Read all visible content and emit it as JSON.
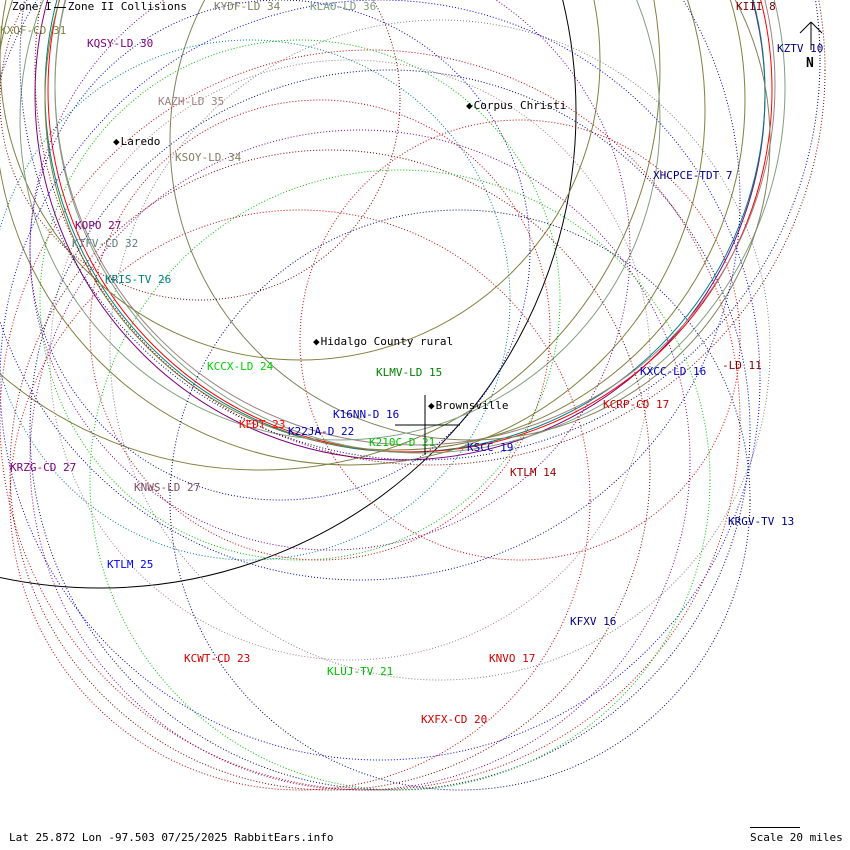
{
  "legend": {
    "zone1": "Zone I",
    "zone2": "Zone II Collisions"
  },
  "compass": {
    "label": "N"
  },
  "footer": {
    "info": "Lat 25.872 Lon -97.503 07/25/2025 RabbitEars.info",
    "scale": "Scale 20 miles"
  },
  "cities": [
    {
      "name": "Corpus Christi"
    },
    {
      "name": "Laredo"
    },
    {
      "name": "Hidalgo County rural"
    },
    {
      "name": "Brownsville"
    }
  ],
  "stations": [
    {
      "label": "KXOF-CD 31",
      "color": "#808040"
    },
    {
      "label": "KQSY-LD 30",
      "color": "#800080"
    },
    {
      "label": "KYDF-LD 34",
      "color": "#808060"
    },
    {
      "label": "KLAO-LD 36",
      "color": "#80a080"
    },
    {
      "label": "KIII 8",
      "color": "#800000"
    },
    {
      "label": "KZTV 10",
      "color": "#000080"
    },
    {
      "label": "KAZH-LD 35",
      "color": "#a08080"
    },
    {
      "label": "KSOY-LD 34",
      "color": "#808060"
    },
    {
      "label": "XHCPCE-TDT 7",
      "color": "#000080"
    },
    {
      "label": "KOPO 27",
      "color": "#800080"
    },
    {
      "label": "KTFV-CD 32",
      "color": "#608080"
    },
    {
      "label": "KRIS-TV 26",
      "color": "#008080"
    },
    {
      "label": "KCCX-LD 24",
      "color": "#00d000"
    },
    {
      "label": "KLMV-LD 15",
      "color": "#008000"
    },
    {
      "label": "KXCC-LD 16",
      "color": "#0000c0"
    },
    {
      "label": "-LD 11",
      "color": "#800000"
    },
    {
      "label": "KCRP-CD 17",
      "color": "#d00000"
    },
    {
      "label": "K16NN-D 16",
      "color": "#0000c0"
    },
    {
      "label": "KEDT 23",
      "color": "#ff0000"
    },
    {
      "label": "K22JA-D 22",
      "color": "#0000c0"
    },
    {
      "label": "K210C-D 21",
      "color": "#00c000"
    },
    {
      "label": "KSCC 19",
      "color": "#0000c0"
    },
    {
      "label": "KTLM 14",
      "color": "#a00000"
    },
    {
      "label": "KRZG-CD 27",
      "color": "#800080"
    },
    {
      "label": "KNWS-LD 27",
      "color": "#805060"
    },
    {
      "label": "KRGV-TV 13",
      "color": "#000080"
    },
    {
      "label": "KTLM 25",
      "color": "#0000ff"
    },
    {
      "label": "KFXV 16",
      "color": "#000080"
    },
    {
      "label": "KCWT-CD 23",
      "color": "#d00000"
    },
    {
      "label": "KNVO 17",
      "color": "#d00000"
    },
    {
      "label": "KLUJ-TV 21",
      "color": "#00c000"
    },
    {
      "label": "KXFX-CD 20",
      "color": "#d00000"
    }
  ]
}
